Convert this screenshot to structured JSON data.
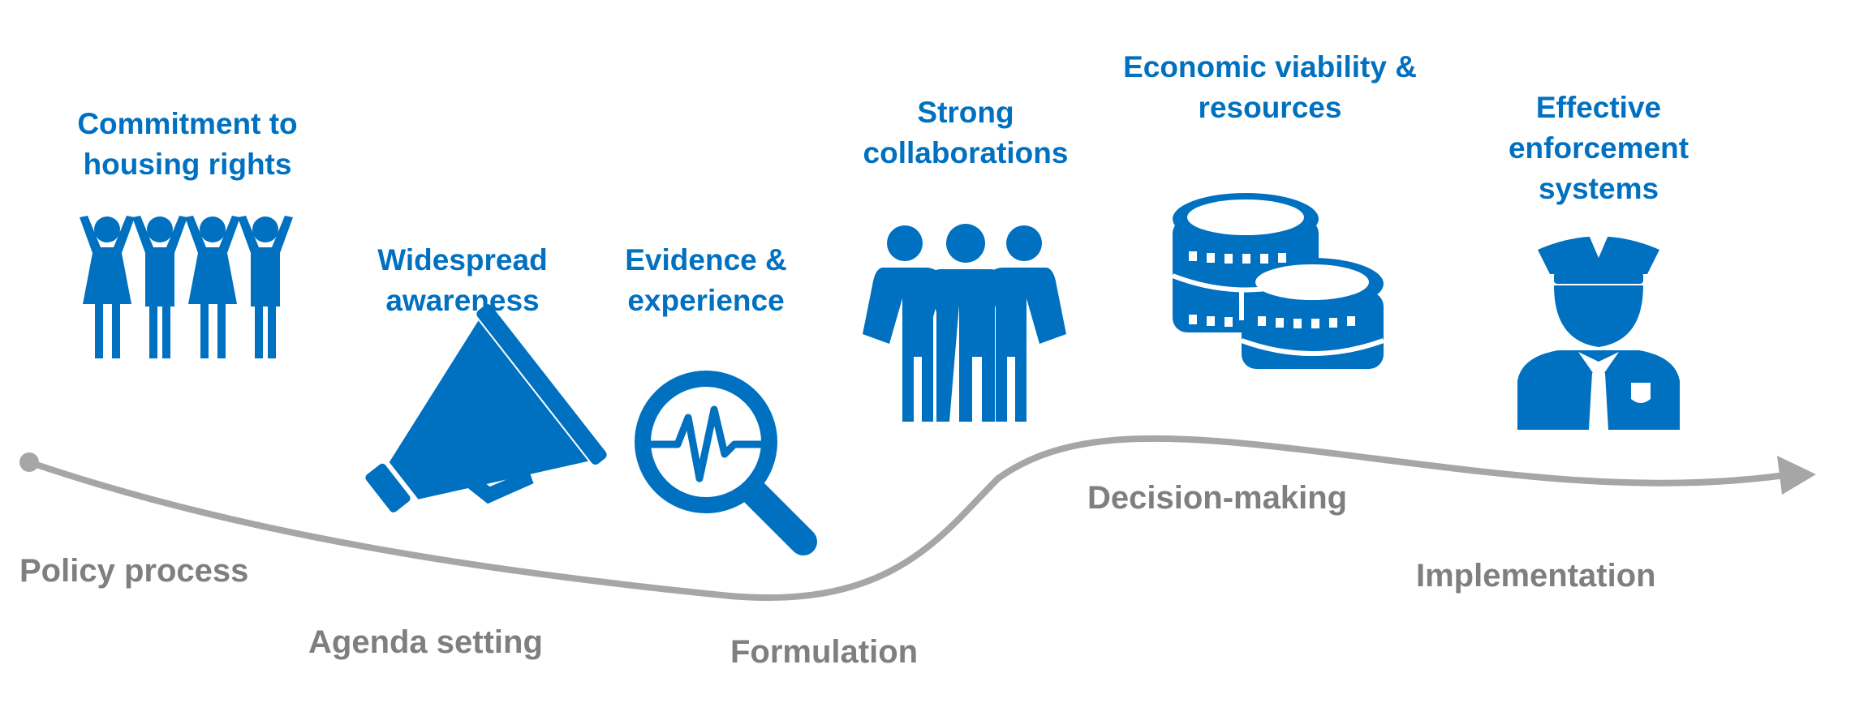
{
  "colors": {
    "accent": "#0070c0",
    "stage_text": "#7f7f7f",
    "curve": "#a6a6a6",
    "background": "#ffffff"
  },
  "factors": [
    {
      "id": "commitment",
      "lines": [
        "Commitment to",
        "housing rights"
      ],
      "icon": "people-cheering-icon"
    },
    {
      "id": "awareness",
      "lines": [
        "Widespread",
        "awareness"
      ],
      "icon": "megaphone-icon"
    },
    {
      "id": "evidence",
      "lines": [
        "Evidence &",
        "experience"
      ],
      "icon": "magnifier-pulse-icon"
    },
    {
      "id": "collaborations",
      "lines": [
        "Strong",
        "collaborations"
      ],
      "icon": "group-people-icon"
    },
    {
      "id": "economic",
      "lines": [
        "Economic viability &",
        "resources"
      ],
      "icon": "coins-icon"
    },
    {
      "id": "enforcement",
      "lines": [
        "Effective",
        "enforcement",
        "systems"
      ],
      "icon": "police-officer-icon"
    }
  ],
  "stages": [
    {
      "id": "policy-process",
      "label": "Policy process"
    },
    {
      "id": "agenda-setting",
      "label": "Agenda setting"
    },
    {
      "id": "formulation",
      "label": "Formulation"
    },
    {
      "id": "decision-making",
      "label": "Decision-making"
    },
    {
      "id": "implementation",
      "label": "Implementation"
    }
  ]
}
